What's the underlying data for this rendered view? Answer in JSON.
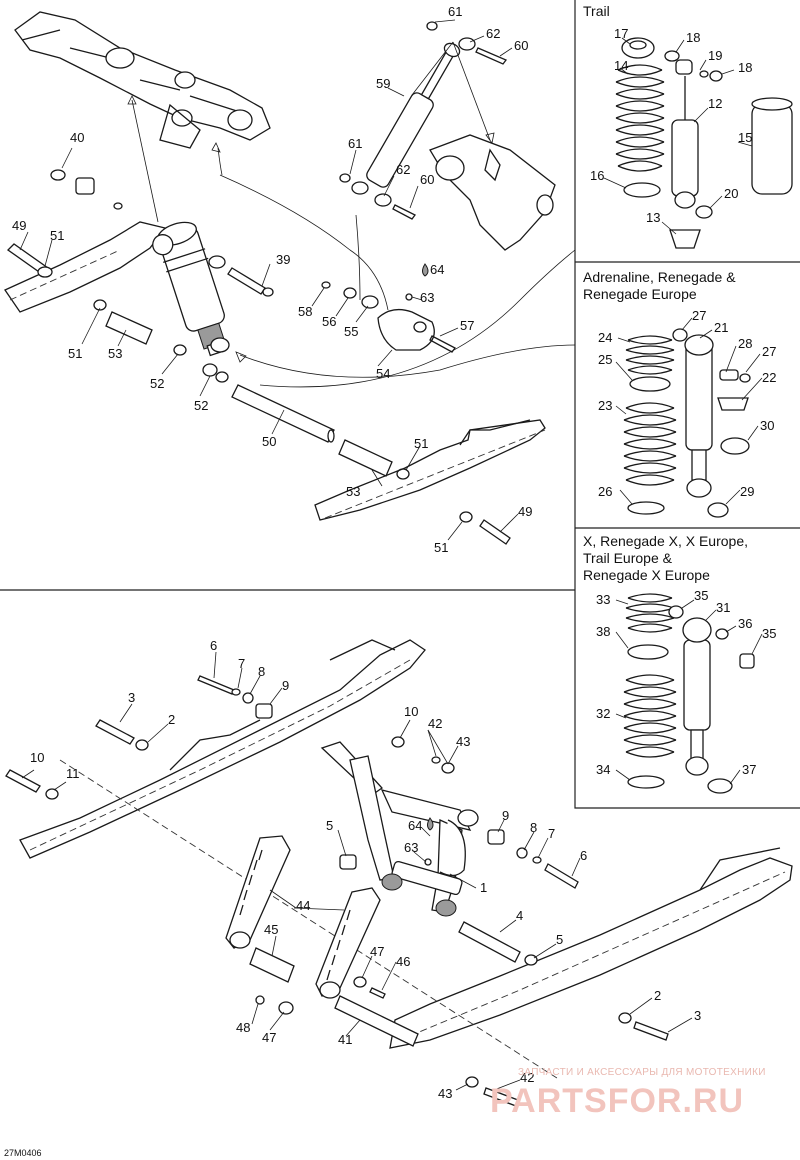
{
  "insets": [
    {
      "title_lines": [
        "Trail"
      ]
    },
    {
      "title_lines": [
        "Adrenaline, Renegade &",
        "Renegade Europe"
      ]
    },
    {
      "title_lines": [
        "X, Renegade X, X Europe,",
        "Trail Europe &",
        "Renegade X Europe"
      ]
    }
  ],
  "callouts": {
    "top": [
      "61",
      "62",
      "60",
      "59",
      "61",
      "62",
      "60",
      "40",
      "49",
      "51",
      "39",
      "64",
      "58",
      "56",
      "55",
      "63",
      "57",
      "54",
      "51",
      "53",
      "52",
      "52",
      "50",
      "51",
      "53",
      "49",
      "51"
    ],
    "trail": [
      "17",
      "18",
      "19",
      "18",
      "14",
      "12",
      "15",
      "16",
      "20",
      "13"
    ],
    "adrenaline": [
      "24",
      "27",
      "21",
      "28",
      "27",
      "25",
      "22",
      "23",
      "30",
      "26",
      "29"
    ],
    "x": [
      "33",
      "35",
      "31",
      "36",
      "35",
      "38",
      "32",
      "34",
      "37"
    ],
    "bottom": [
      "6",
      "7",
      "8",
      "9",
      "3",
      "2",
      "10",
      "11",
      "10",
      "42",
      "43",
      "5",
      "64",
      "63",
      "9",
      "8",
      "7",
      "6",
      "1",
      "4",
      "44",
      "45",
      "5",
      "47",
      "46",
      "48",
      "47",
      "41",
      "2",
      "3",
      "42",
      "43"
    ]
  },
  "reference_code": "27M0406",
  "watermark": {
    "subtitle": "ЗАПЧАСТИ И АКСЕССУАРЫ ДЛЯ МОТОТЕХНИКИ",
    "brand": "PARTSFOR.RU"
  }
}
